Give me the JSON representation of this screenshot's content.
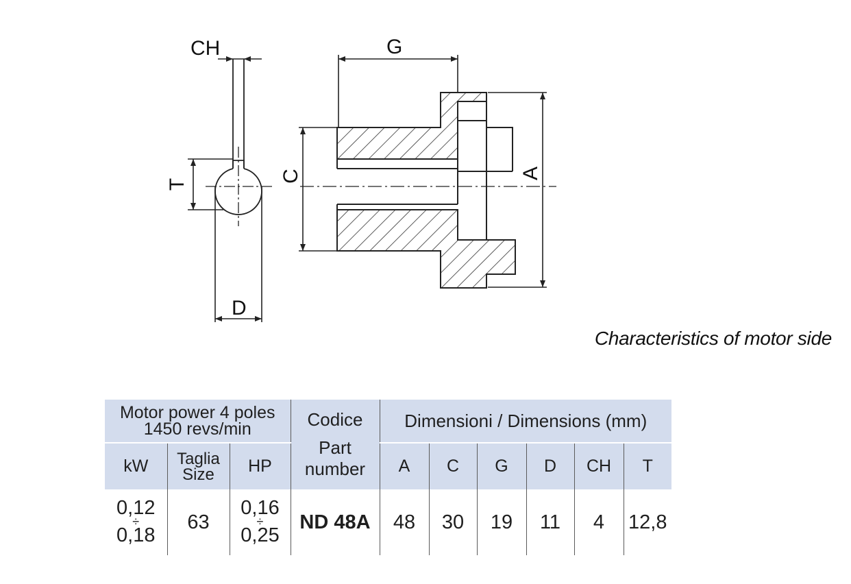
{
  "drawing": {
    "dimension_labels": {
      "ch": "CH",
      "t": "T",
      "d": "D",
      "g": "G",
      "c": "C",
      "a": "A"
    },
    "caption": "Characteristics of motor side"
  },
  "table": {
    "motor_header": [
      "Motor power 4 poles",
      "1450 revs/min"
    ],
    "code_header": [
      "Codice",
      "Part",
      "number"
    ],
    "dimensions_header": "Dimensioni / Dimensions (mm)",
    "kw_header": "kW",
    "size_header": [
      "Taglia",
      "Size"
    ],
    "hp_header": "HP",
    "dim_columns": [
      "A",
      "C",
      "G",
      "D",
      "CH",
      "T"
    ],
    "row": {
      "kw_from": "0,12",
      "kw_to": "0,18",
      "size": "63",
      "hp_from": "0,16",
      "hp_to": "0,25",
      "part_number": "ND 48A",
      "dims": [
        "48",
        "30",
        "19",
        "11",
        "4",
        "12,8"
      ]
    },
    "range_symbol": "÷"
  },
  "colors": {
    "header_background": "#d3dced",
    "line_color": "#222222"
  }
}
